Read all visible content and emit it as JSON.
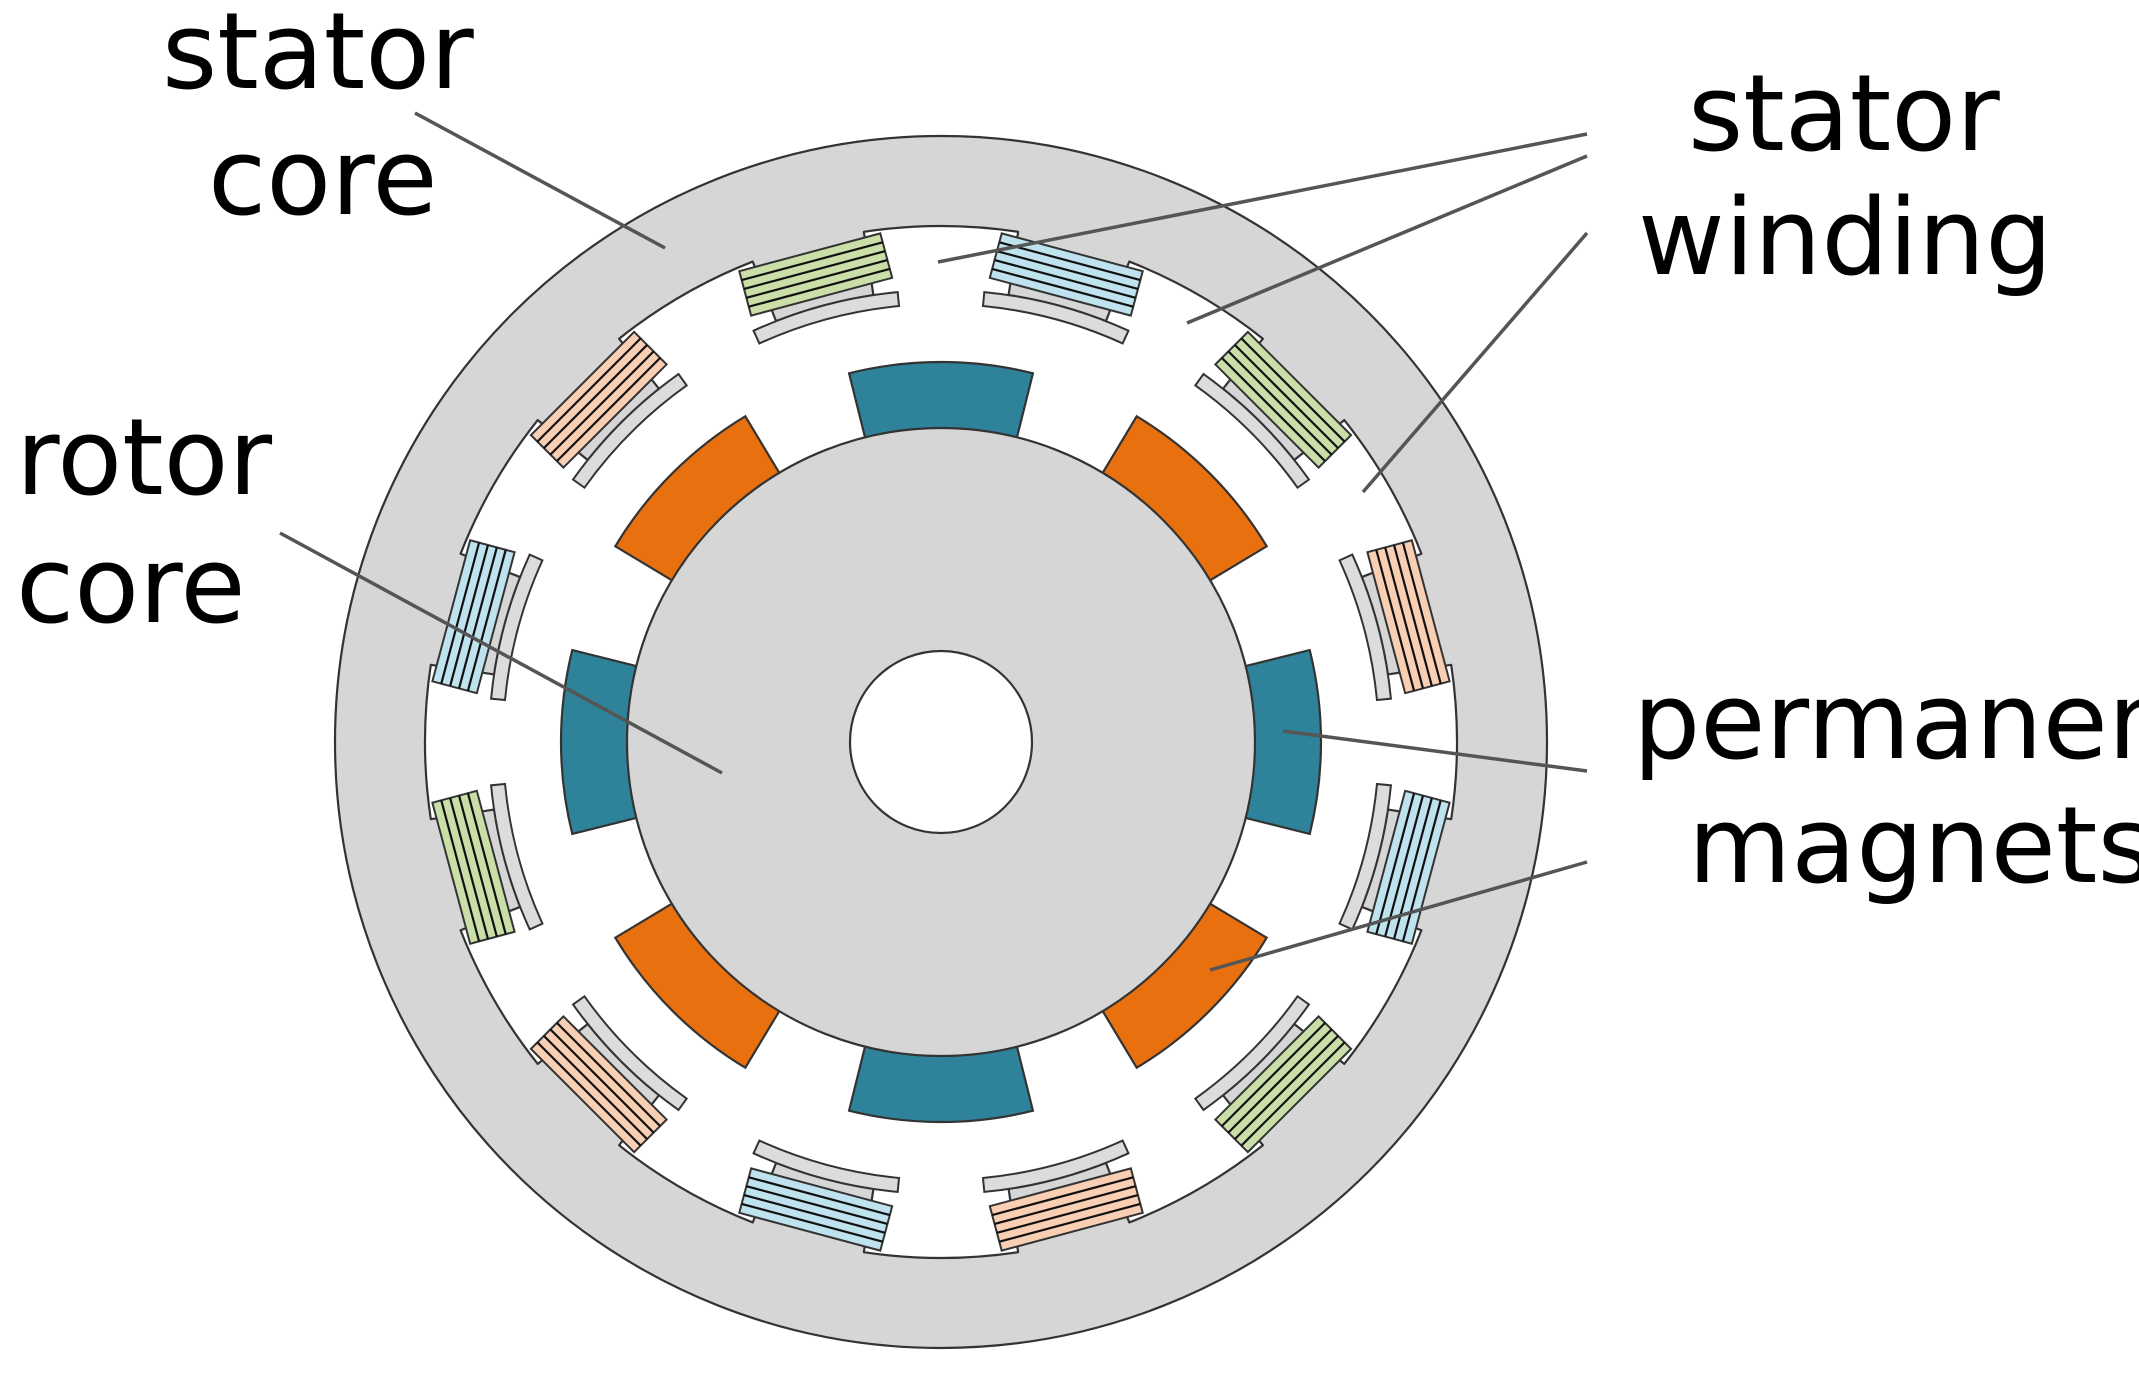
{
  "labels": {
    "stator_core": [
      "stator",
      "core"
    ],
    "stator_winding": [
      "stator",
      "winding"
    ],
    "rotor_core": [
      "rotor",
      "core"
    ],
    "permanent_magnets": [
      "permanent",
      "magnets"
    ]
  },
  "colors": {
    "core_gray": "#d6d6d6",
    "tooth_tip_gray": "#dcdcdc",
    "magnet_teal": "#2e8299",
    "magnet_orange": "#e8700f",
    "winding_blue": "#bfe3ee",
    "winding_peach": "#f9cfb4",
    "winding_green": "#cadfa8",
    "outline": "#333333",
    "leader_line": "#555555"
  },
  "motor": {
    "stator_slots": 12,
    "rotor_poles": 8,
    "winding_phase_sequence": [
      "blue",
      "green",
      "peach",
      "blue",
      "green",
      "peach",
      "blue",
      "peach",
      "green",
      "blue",
      "peach",
      "green"
    ]
  }
}
